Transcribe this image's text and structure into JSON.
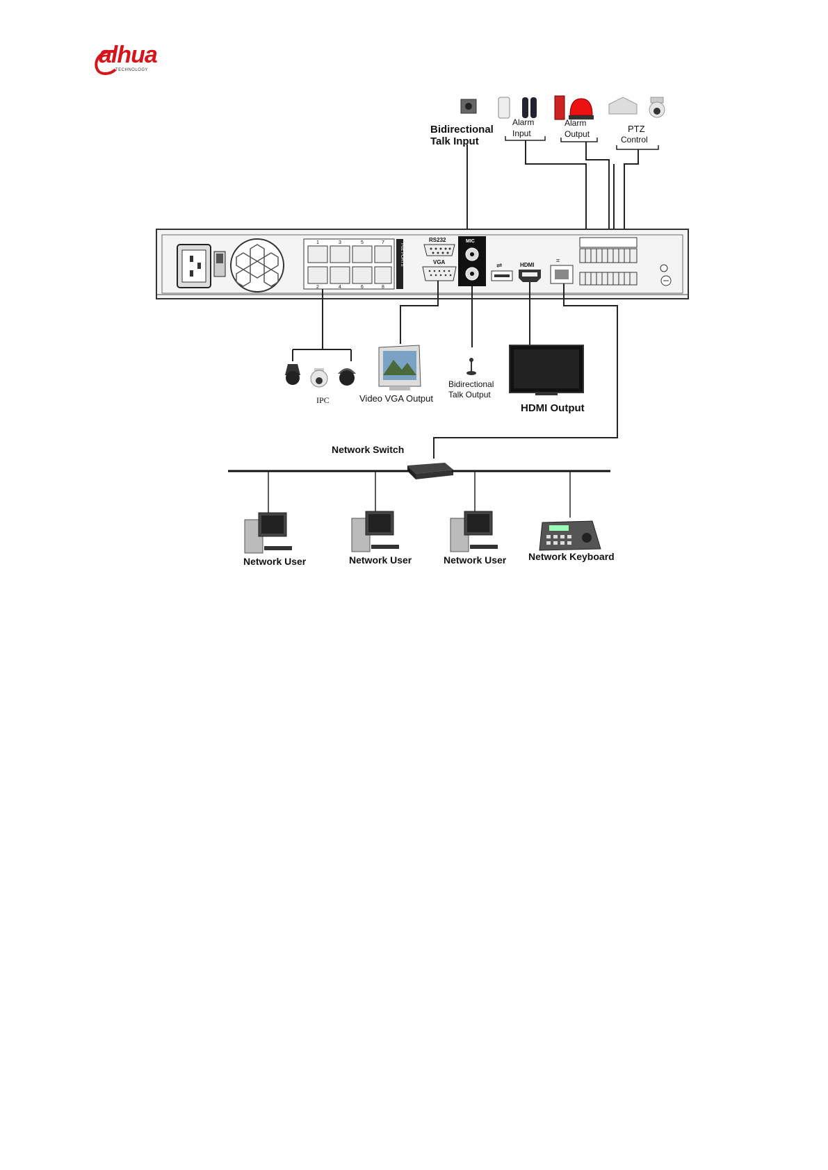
{
  "brand": {
    "logo_text": "alhua",
    "logo_subtitle": "TECHNOLOGY",
    "color": "#d8141b"
  },
  "diagram": {
    "labels": {
      "bidirectional_talk_input_1": "Bidirectional",
      "bidirectional_talk_input_2": "Talk Input",
      "alarm_input_1": "Alarm",
      "alarm_input_2": "Input",
      "alarm_output_1": "Alarm",
      "alarm_output_2": "Output",
      "ptz_1": "PTZ",
      "ptz_2": "Control",
      "ipc": "IPC",
      "video_vga_output": "Video VGA Output",
      "bidirectional_talk_output_1": "Bidirectional",
      "bidirectional_talk_output_2": "Talk Output",
      "hdmi_output": "HDMI Output",
      "network_switch": "Network Switch",
      "network_user_1": "Network User",
      "network_user_2": "Network User",
      "network_user_3": "Network User",
      "network_keyboard": "Network Keyboard"
    },
    "panel": {
      "rs232": "RS232",
      "vga": "VGA",
      "mic": "MIC",
      "hdmi": "HDMI",
      "poe_ports": "PoE PORTS",
      "port_numbers_top": [
        "1",
        "3",
        "5",
        "7"
      ],
      "port_numbers_bottom": [
        "2",
        "4",
        "6",
        "8"
      ]
    },
    "icons": [
      "power-socket-icon",
      "fan-icon",
      "rj45-port-icon",
      "serial-port-icon",
      "usb-icon",
      "hdmi-port-icon",
      "speaker-icon",
      "pir-sensor-icon",
      "siren-icon",
      "ptz-camera-icon",
      "ip-camera-icon",
      "monitor-icon",
      "microphone-icon",
      "tv-icon",
      "switch-icon",
      "pc-icon",
      "keyboard-icon"
    ]
  }
}
